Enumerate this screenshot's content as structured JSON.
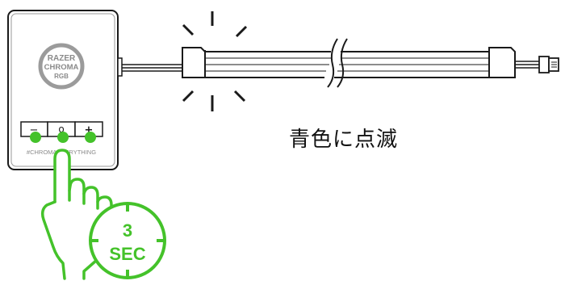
{
  "controller": {
    "logo_line1": "RAZER",
    "logo_line2": "CHROMA",
    "logo_line3": "RGB",
    "button_minus": "−",
    "button_mode": "o",
    "button_plus": "+",
    "tagline": "#CHROMAEVERYTHING"
  },
  "timer": {
    "value": "3",
    "unit": "SEC"
  },
  "caption": "青色に点滅",
  "colors": {
    "accent_green": "#44c22a",
    "line": "#1a1a1a",
    "device_gray": "#8a8a8a",
    "logo_ring": "#9b9b9b"
  },
  "icons": [
    "hand-press-icon",
    "timer-icon",
    "flash-burst-icon",
    "cable-break-icon",
    "usb-plug-icon"
  ]
}
